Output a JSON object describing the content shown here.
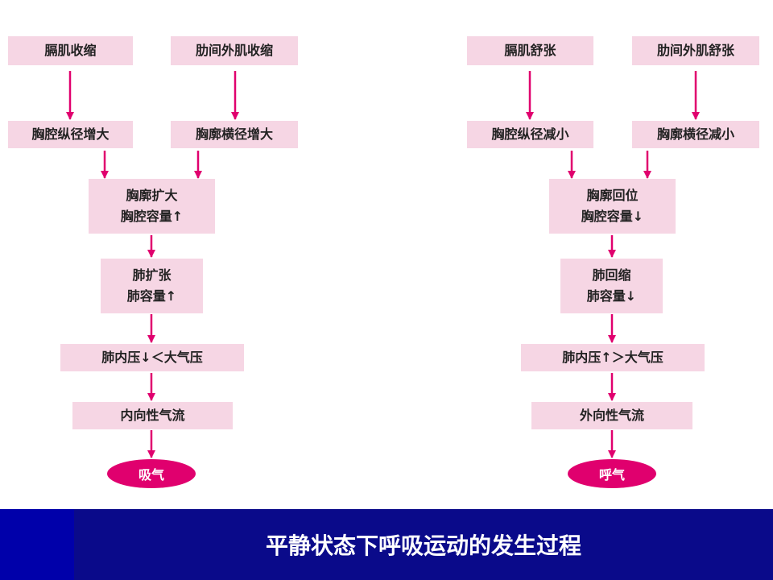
{
  "colors": {
    "box_fill": "#f6d6e4",
    "arrow": "#e0006e",
    "oval_fill": "#e0006e",
    "caption_bar": "#0a0a8a",
    "caption_bar_left": "#0000aa"
  },
  "inhale": {
    "diaphragm_contract": "膈肌收缩",
    "intercostal_contract": "肋间外肌收缩",
    "vertical_increase": "胸腔纵径增大",
    "transverse_increase": "胸廓横径增大",
    "thorax_expand_line1": "胸廓扩大",
    "thorax_expand_line2": "胸腔容量↑",
    "lung_expand_line1": "肺扩张",
    "lung_expand_line2": "肺容量↑",
    "pressure": "肺内压↓＜大气压",
    "airflow": "内向性气流",
    "result": "吸气"
  },
  "exhale": {
    "diaphragm_relax": "膈肌舒张",
    "intercostal_relax": "肋间外肌舒张",
    "vertical_decrease": "胸腔纵径减小",
    "transverse_decrease": "胸廓横径减小",
    "thorax_return_line1": "胸廓回位",
    "thorax_return_line2": "胸腔容量↓",
    "lung_retract_line1": "肺回缩",
    "lung_retract_line2": "肺容量↓",
    "pressure": "肺内压↑＞大气压",
    "airflow": "外向性气流",
    "result": "呼气"
  },
  "caption": "平静状态下呼吸运动的发生过程"
}
